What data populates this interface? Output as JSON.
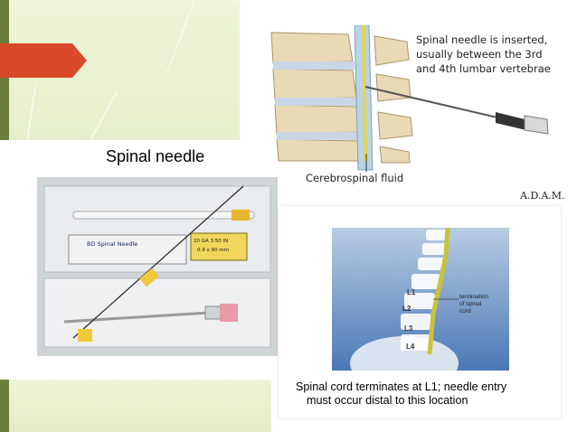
{
  "slide": {
    "title": "Spinal needle",
    "illustration": {
      "caption_line1": "Spinal needle is inserted,",
      "caption_line2": "usually between the 3rd",
      "caption_line3": "and 4th lumbar vertebrae",
      "fluid_label": "Cerebrospinal fluid",
      "brand": "A.D.A.M."
    },
    "photo": {
      "package_brand": "BD Spinal Needle",
      "gauge_label": "20 GA 3.50 IN",
      "size_label": "0.9 x 90 mm"
    },
    "diagram": {
      "vertebra_labels": [
        "L1",
        "L2",
        "L3",
        "L4"
      ],
      "annotation_line1": "termination",
      "annotation_line2": "of spinal",
      "annotation_line3": "cord"
    },
    "caption": {
      "line1": "Spinal cord terminates at L1; needle entry",
      "line2": "must occur distal to this location"
    },
    "colors": {
      "accent_red": "#d94a2b",
      "stripe_green": "#6b7f3a",
      "background_green": "#eef5d8"
    }
  }
}
